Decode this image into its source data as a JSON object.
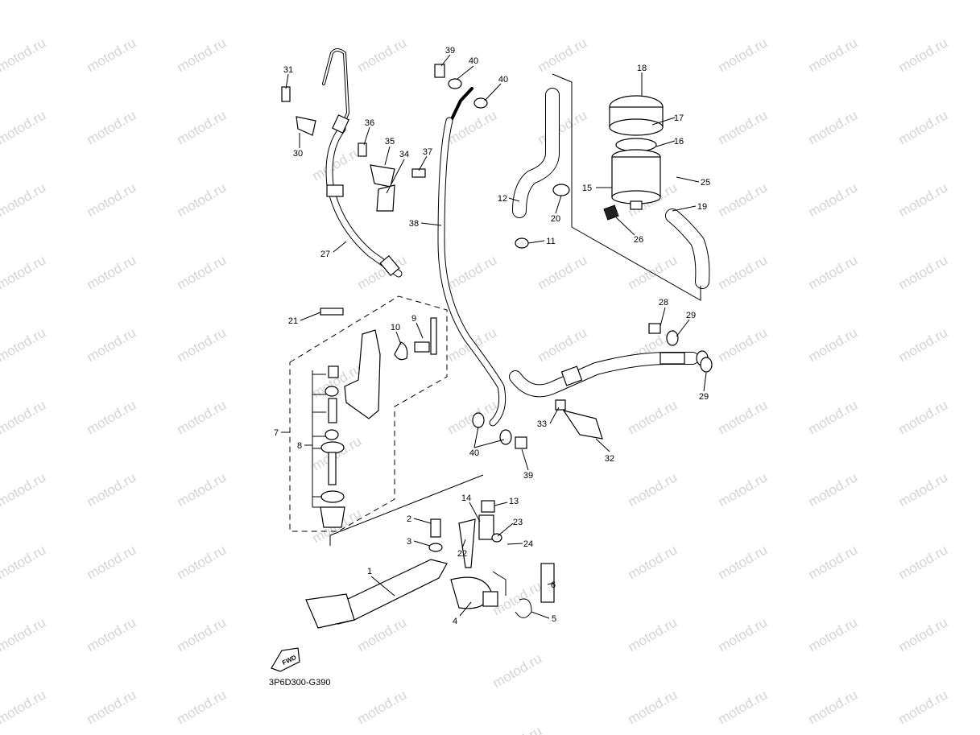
{
  "watermark": "motod.ru",
  "diagram_code": "3P6D300-G390",
  "fwd_label": "FWD",
  "callouts": {
    "c31": "31",
    "c30": "30",
    "c36": "36",
    "c35": "35",
    "c34": "34",
    "c37": "37",
    "c39a": "39",
    "c40a": "40",
    "c40b": "40",
    "c18": "18",
    "c17": "17",
    "c16": "16",
    "c25": "25",
    "c15": "15",
    "c19": "19",
    "c26": "26",
    "c12": "12",
    "c20": "20",
    "c11": "11",
    "c38": "38",
    "c27": "27",
    "c21": "21",
    "c10": "10",
    "c9": "9",
    "c28": "28",
    "c29a": "29",
    "c29b": "29",
    "c7": "7",
    "c8": "8",
    "c33": "33",
    "c32": "32",
    "c40c": "40",
    "c39b": "39",
    "c14": "14",
    "c13": "13",
    "c2": "2",
    "c23": "23",
    "c3": "3",
    "c24": "24",
    "c22": "22",
    "c1": "1",
    "c6": "6",
    "c4": "4",
    "c5": "5"
  }
}
